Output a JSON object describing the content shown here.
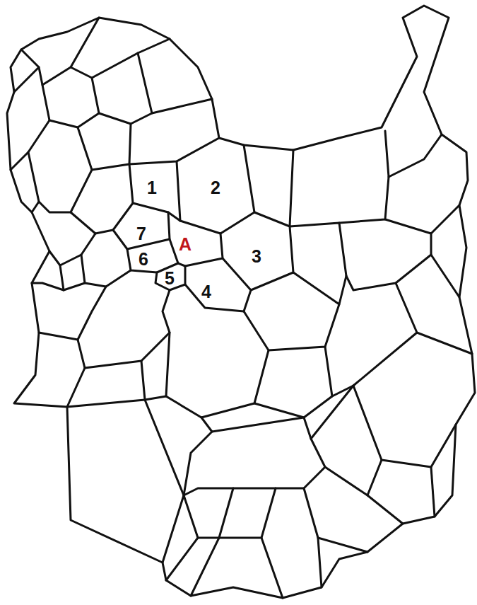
{
  "diagram": {
    "labels": [
      "1",
      "2",
      "7",
      "A",
      "6",
      "3",
      "5",
      "4"
    ]
  }
}
